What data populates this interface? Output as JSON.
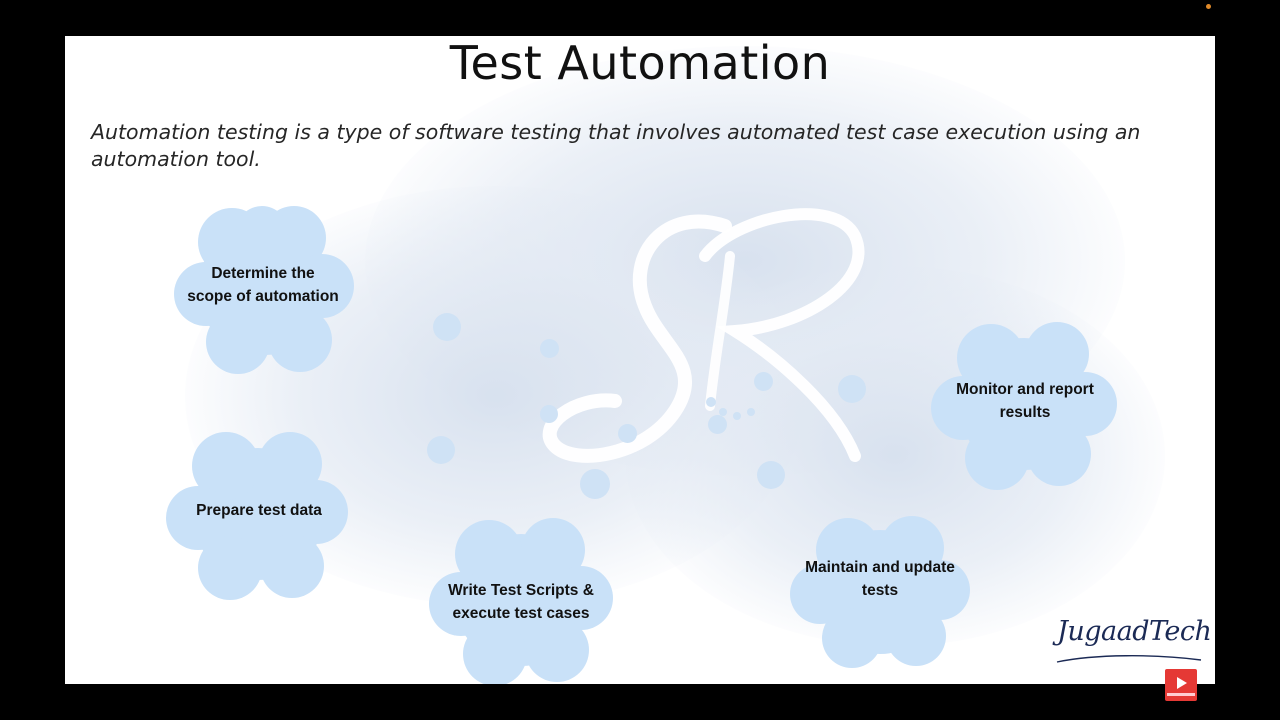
{
  "slide": {
    "title": "Test Automation",
    "subtitle": "Automation testing is a type of software testing that involves automated test case execution using an automation tool."
  },
  "steps": [
    {
      "label": "Determine the scope of automation"
    },
    {
      "label": "Prepare test data"
    },
    {
      "label": "Write Test Scripts & execute test cases"
    },
    {
      "label": "Maintain and update tests"
    },
    {
      "label": "Monitor and report results"
    }
  ],
  "brand": {
    "logo_text": "JugaadTech"
  },
  "icons": {
    "subscribe": "youtube-subscribe-icon",
    "watermark": "sr-monogram-icon"
  },
  "colors": {
    "cloud_fill": "#c9e1f8",
    "dot_fill": "#cfe2f5",
    "brand_text": "#1b2a55",
    "subscribe_red": "#e53935"
  }
}
